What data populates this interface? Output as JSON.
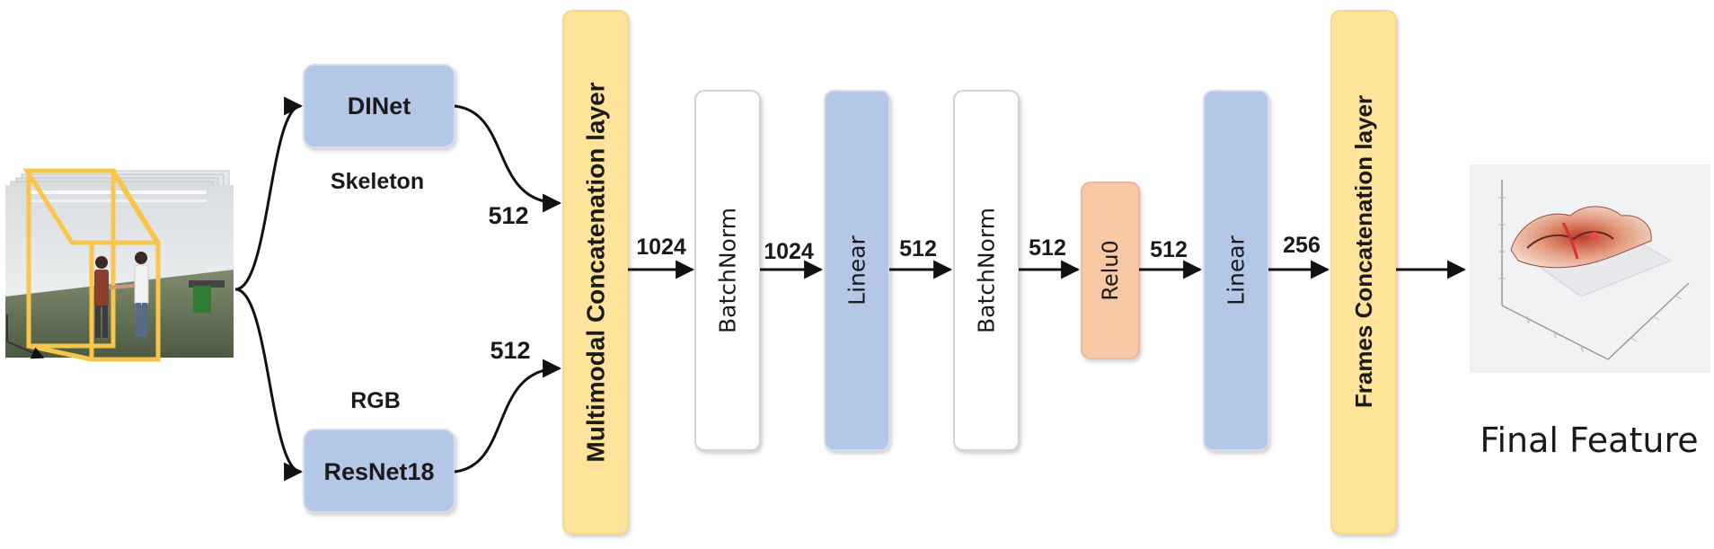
{
  "colors": {
    "blue": "#b4c7e7",
    "yellow": "#fde49a",
    "orange": "#f8c7a6",
    "white": "#ffffff",
    "stroke": "#d3d3d3",
    "text": "#1a1a1a"
  },
  "icons": {
    "input": "video-frames-stack-icon",
    "output": "3d-surface-plot-icon"
  },
  "inputs": {
    "skeleton_label": "Skeleton",
    "rgb_label": "RGB"
  },
  "nodes": {
    "dinet": "DINet",
    "resnet18": "ResNet18",
    "multimodal_concat": "Multimodal Concatenation layer",
    "batchnorm_1": "BatchNorm",
    "linear_1": "Linear",
    "batchnorm_2": "BatchNorm",
    "relu": "Relu0",
    "linear_2": "Linear",
    "frames_concat": "Frames Concatenation layer"
  },
  "edges": {
    "dinet_out": "512",
    "resnet_out": "512",
    "e1": "1024",
    "e2": "1024",
    "e3": "512",
    "e4": "512",
    "e5": "512",
    "e6": "256"
  },
  "output": {
    "label": "Final Feature"
  }
}
